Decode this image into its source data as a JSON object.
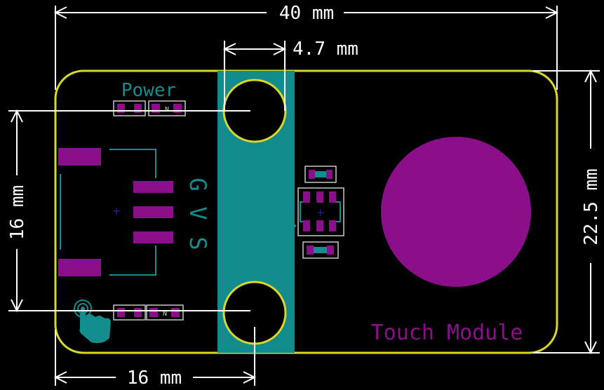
{
  "labels": {
    "power": "Power",
    "pins": [
      "G",
      "V",
      "S"
    ],
    "module": "Touch Module",
    "led_mark": "N"
  },
  "dimensions": {
    "width": "40 mm",
    "hole_diameter": "4.7 mm",
    "hole_spacing": "16 mm",
    "height": "22.5 mm",
    "hole_offset": "16 mm"
  },
  "colors": {
    "background": "#000000",
    "outline": "#d8d82a",
    "dimension": "#ffffff",
    "pad": "#8b0f8b",
    "silkscreen": "#138d8d",
    "strip": "#118b8b",
    "fab": "#2929c8"
  }
}
